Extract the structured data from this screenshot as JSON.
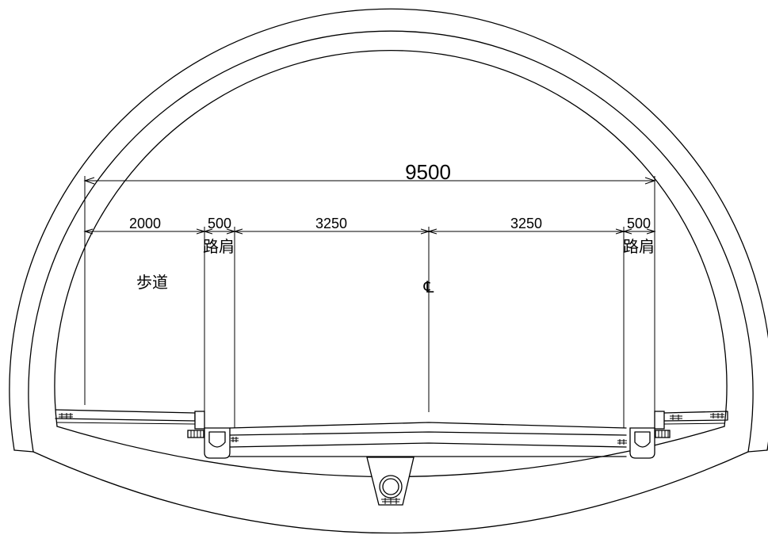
{
  "dimensions": {
    "total": "9500",
    "segments": [
      "2000",
      "500",
      "3250",
      "3250",
      "500"
    ]
  },
  "labels": {
    "shoulder_left": "路肩",
    "shoulder_right": "路肩",
    "sidewalk": "歩道",
    "centerline": "℄"
  },
  "colors": {
    "line": "#000000",
    "background": "#ffffff"
  }
}
